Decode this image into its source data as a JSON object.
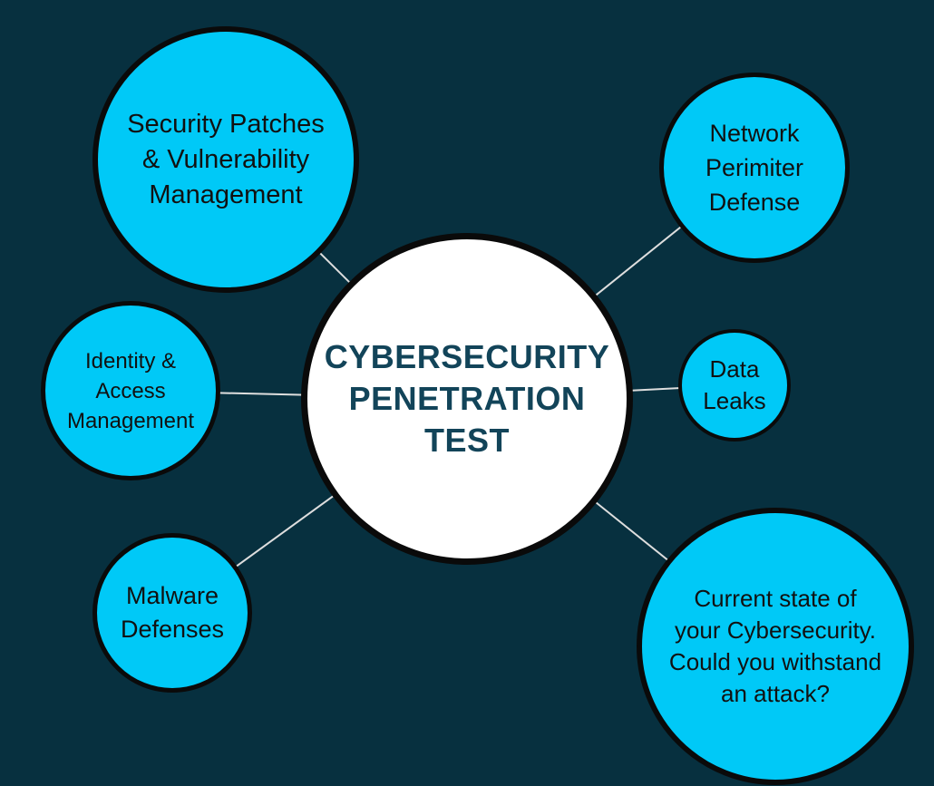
{
  "diagram": {
    "type": "radial-mind-map",
    "colors": {
      "background": "#07303f",
      "node_fill": "#00c9f7",
      "node_border": "#0a0a0a",
      "node_text": "#111111",
      "center_fill": "#ffffff",
      "center_text": "#124459",
      "connector": "#dedede"
    },
    "center_node": {
      "label": "CYBERSECURITY\nPENETRATION TEST"
    },
    "nodes": [
      {
        "id": "security-patches",
        "label": "Security Patches\n& Vulnerability\nManagement"
      },
      {
        "id": "network-perimeter",
        "label": "Network\nPerimiter\nDefense"
      },
      {
        "id": "identity-access",
        "label": "Identity &\nAccess\nManagement"
      },
      {
        "id": "data-leaks",
        "label": "Data\nLeaks"
      },
      {
        "id": "malware-defenses",
        "label": "Malware\nDefenses"
      },
      {
        "id": "current-state",
        "label": "Current state of\nyour Cybersecurity.\nCould you withstand\nan attack?"
      }
    ]
  }
}
